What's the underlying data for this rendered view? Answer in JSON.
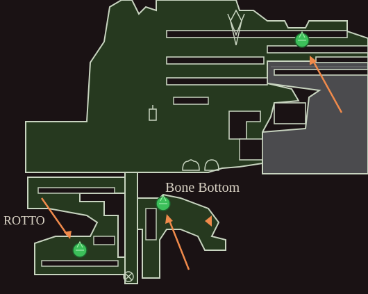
{
  "map": {
    "area_labels": {
      "bone_bottom": "Bone Bottom",
      "grotto_partial": "ROTTO"
    },
    "colors": {
      "background": "#1a1214",
      "explored_room": "#26391f",
      "room_outline": "#c8d4c0",
      "unexplored_room": "#4b4b4e",
      "marker_fill": "#3cbf5a",
      "arrow": "#f08a4b",
      "label_text": "#d9d2c4"
    },
    "icons": [
      "rosary-shrine-icon",
      "bench-icon",
      "vendor-icon",
      "mask-shard-icon",
      "npc-icon",
      "compass-marker-icon"
    ],
    "markers_count": 3
  }
}
